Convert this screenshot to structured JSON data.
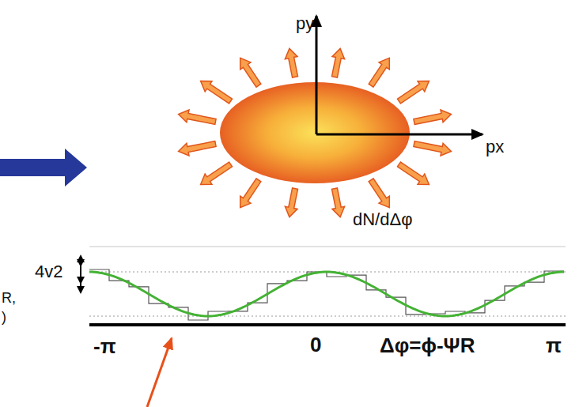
{
  "diagram": {
    "labels": [
      "py",
      "px",
      "dN/dΔφ",
      "4v2",
      "R,",
      ")",
      "-π",
      "0",
      "Δφ=ϕ-ΨR",
      "π"
    ]
  }
}
